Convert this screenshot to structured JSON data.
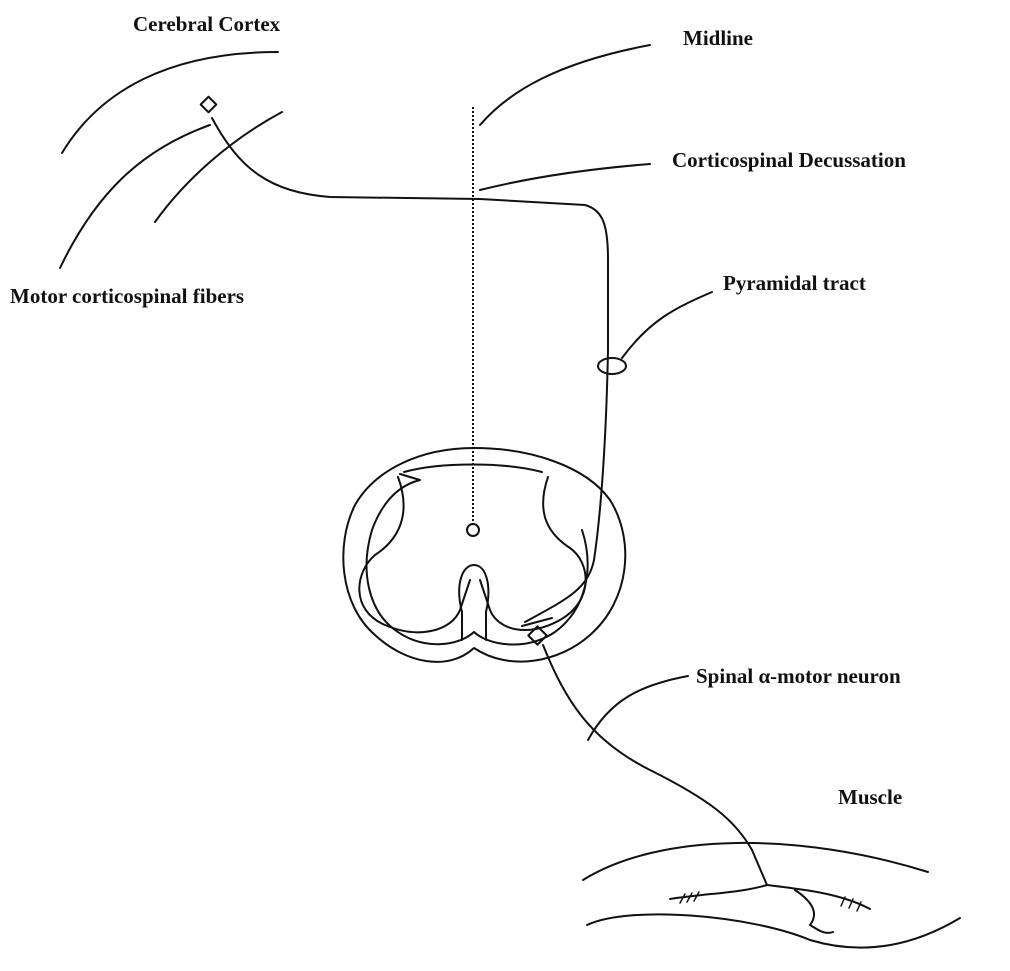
{
  "labels": {
    "cerebral_cortex": "Cerebral Cortex",
    "midline": "Midline",
    "corticospinal_decussation": "Corticospinal Decussation",
    "motor_fibers": "Motor corticospinal fibers",
    "pyramidal_tract": "Pyramidal tract",
    "spinal_motor_neuron": "Spinal α-motor neuron",
    "muscle": "Muscle"
  },
  "colors": {
    "stroke": "#111111",
    "background": "#ffffff"
  }
}
